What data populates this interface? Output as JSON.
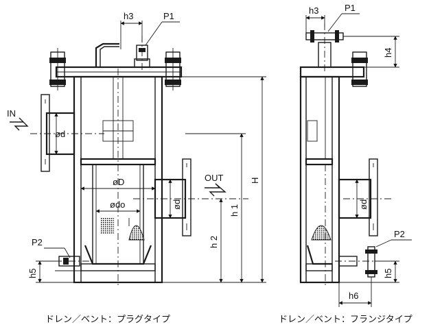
{
  "left_view": {
    "labels": {
      "h3": "h3",
      "p1": "P1",
      "in": "IN",
      "out": "OUT",
      "d_inlet": "ød",
      "d_outlet": "ød",
      "D": "øD",
      "do": "ødo",
      "H": "H",
      "h1": "h 1",
      "h2": "h 2",
      "h5": "h5",
      "p2": "P2"
    },
    "caption": "ドレン／ベント：プラグタイプ"
  },
  "right_view": {
    "labels": {
      "h3": "h3",
      "p1": "P1",
      "h4": "h4",
      "d": "ød",
      "p2": "P2",
      "h5": "h5",
      "h6": "h6"
    },
    "caption": "ドレン／ベント：フランジタイプ"
  }
}
